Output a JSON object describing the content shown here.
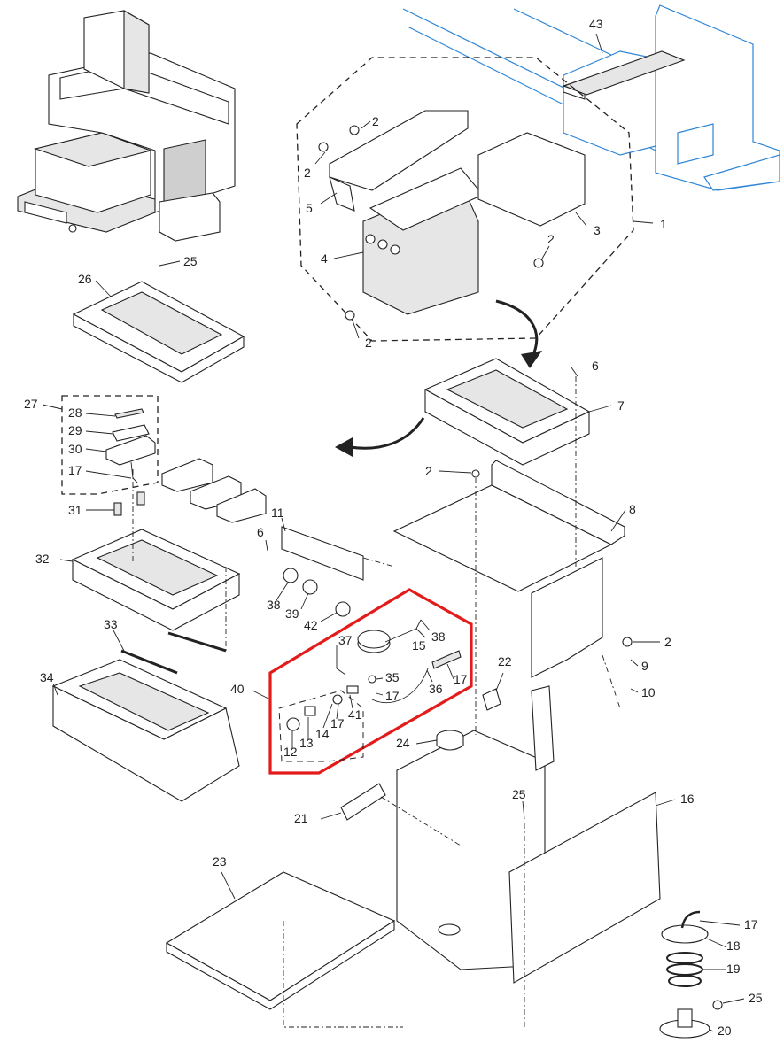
{
  "diagram": {
    "title": "Exploded parts view – capping / maintenance station assembly",
    "highlight_color": "#e41b1b",
    "reference_color": "#2f86d6",
    "highlighted_group": "40",
    "callouts": [
      {
        "id": "c43",
        "label": "43"
      },
      {
        "id": "c2a",
        "label": "2"
      },
      {
        "id": "c2b",
        "label": "2"
      },
      {
        "id": "c5",
        "label": "5"
      },
      {
        "id": "c3",
        "label": "3"
      },
      {
        "id": "c1",
        "label": "1"
      },
      {
        "id": "c4",
        "label": "4"
      },
      {
        "id": "c2c",
        "label": "2"
      },
      {
        "id": "c2d",
        "label": "2"
      },
      {
        "id": "c25a",
        "label": "25"
      },
      {
        "id": "c26",
        "label": "26"
      },
      {
        "id": "c6a",
        "label": "6"
      },
      {
        "id": "c7",
        "label": "7"
      },
      {
        "id": "c27",
        "label": "27"
      },
      {
        "id": "c28",
        "label": "28"
      },
      {
        "id": "c29",
        "label": "29"
      },
      {
        "id": "c30",
        "label": "30"
      },
      {
        "id": "c17a",
        "label": "17"
      },
      {
        "id": "c31",
        "label": "31"
      },
      {
        "id": "c2e",
        "label": "2"
      },
      {
        "id": "c8",
        "label": "8"
      },
      {
        "id": "c11",
        "label": "11"
      },
      {
        "id": "c6b",
        "label": "6"
      },
      {
        "id": "c32",
        "label": "32"
      },
      {
        "id": "c38a",
        "label": "38"
      },
      {
        "id": "c39",
        "label": "39"
      },
      {
        "id": "c42",
        "label": "42"
      },
      {
        "id": "c2f",
        "label": "2"
      },
      {
        "id": "c9",
        "label": "9"
      },
      {
        "id": "c10",
        "label": "10"
      },
      {
        "id": "c33",
        "label": "33"
      },
      {
        "id": "c34",
        "label": "34"
      },
      {
        "id": "c37",
        "label": "37"
      },
      {
        "id": "c15",
        "label": "15"
      },
      {
        "id": "c38b",
        "label": "38"
      },
      {
        "id": "c35",
        "label": "35"
      },
      {
        "id": "c17b",
        "label": "17"
      },
      {
        "id": "c36",
        "label": "36"
      },
      {
        "id": "c17c",
        "label": "17"
      },
      {
        "id": "c40",
        "label": "40"
      },
      {
        "id": "c41",
        "label": "41"
      },
      {
        "id": "c17d",
        "label": "17"
      },
      {
        "id": "c14",
        "label": "14"
      },
      {
        "id": "c13",
        "label": "13"
      },
      {
        "id": "c12",
        "label": "12"
      },
      {
        "id": "c22",
        "label": "22"
      },
      {
        "id": "c24",
        "label": "24"
      },
      {
        "id": "c16",
        "label": "16"
      },
      {
        "id": "c21",
        "label": "21"
      },
      {
        "id": "c25b",
        "label": "25"
      },
      {
        "id": "c23",
        "label": "23"
      },
      {
        "id": "c17e",
        "label": "17"
      },
      {
        "id": "c18",
        "label": "18"
      },
      {
        "id": "c19",
        "label": "19"
      },
      {
        "id": "c25c",
        "label": "25"
      },
      {
        "id": "c20",
        "label": "20"
      }
    ]
  }
}
